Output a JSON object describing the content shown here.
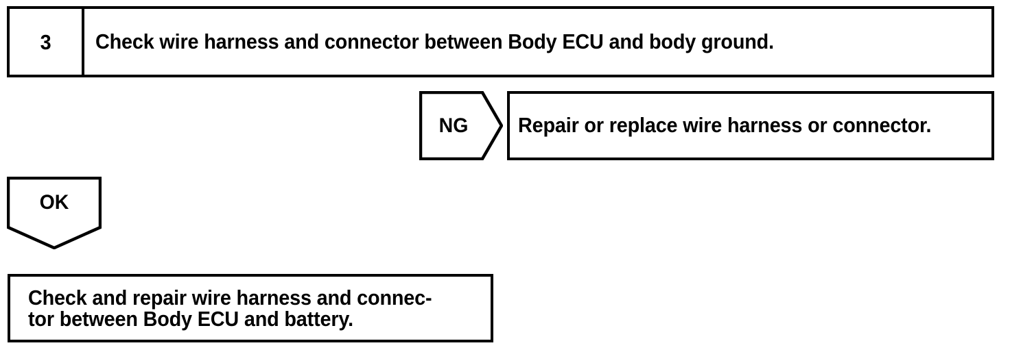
{
  "page": {
    "title": "Troubleshooting flowchart step 3",
    "background_color": "#ffffff",
    "line_color": "#000000"
  },
  "step": {
    "number": "3",
    "instruction": "Check wire harness and connector between Body ECU and body ground."
  },
  "branches": {
    "ng": {
      "label": "NG",
      "arrow_icon": "arrow-right-pentagon-icon",
      "result": "Repair or replace wire harness or connector."
    },
    "ok": {
      "label": "OK",
      "arrow_icon": "arrow-down-pentagon-icon"
    }
  },
  "final_action": {
    "text": "Check and repair wire harness and connec-\ntor between Body ECU and battery."
  }
}
